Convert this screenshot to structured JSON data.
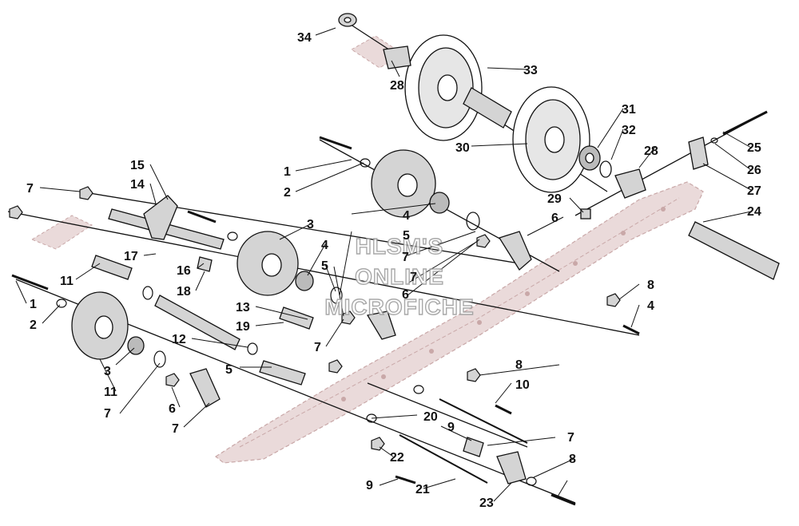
{
  "watermark": {
    "line1": "HLSM'S",
    "line2": "ONLINE",
    "line3": "MICROFICHE"
  },
  "callouts": [
    "34",
    "28",
    "33",
    "31",
    "32",
    "28",
    "30",
    "25",
    "26",
    "27",
    "24",
    "29",
    "6",
    "1",
    "2",
    "15",
    "14",
    "7",
    "3",
    "4",
    "5",
    "7",
    "6",
    "17",
    "16",
    "18",
    "4",
    "5",
    "11",
    "13",
    "19",
    "1",
    "2",
    "12",
    "7",
    "7",
    "8",
    "4",
    "3",
    "11",
    "5",
    "7",
    "6",
    "7",
    "8",
    "10",
    "20",
    "9",
    "7",
    "22",
    "8",
    "9",
    "21",
    "23"
  ],
  "colors": {
    "line": "#111111",
    "part_gray": "#d4d4d4",
    "rail_pink": "#eadada",
    "watermark_stroke": "#9a9a9a"
  }
}
